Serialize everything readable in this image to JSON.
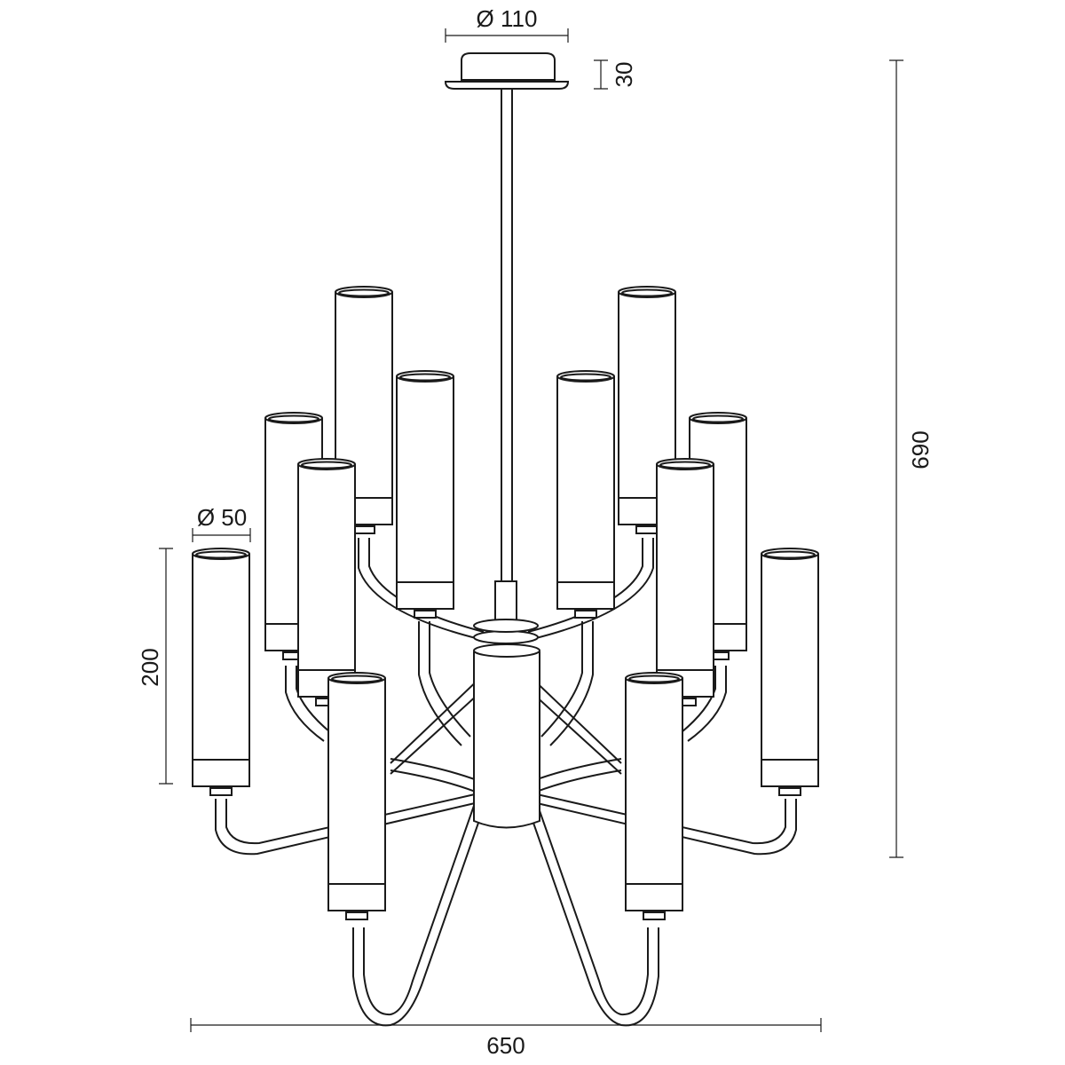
{
  "dimensions": {
    "canopy_diameter": "Ø 110",
    "canopy_height": "30",
    "total_height": "690",
    "shade_diameter": "Ø 50",
    "shade_height": "200",
    "total_width": "650"
  }
}
